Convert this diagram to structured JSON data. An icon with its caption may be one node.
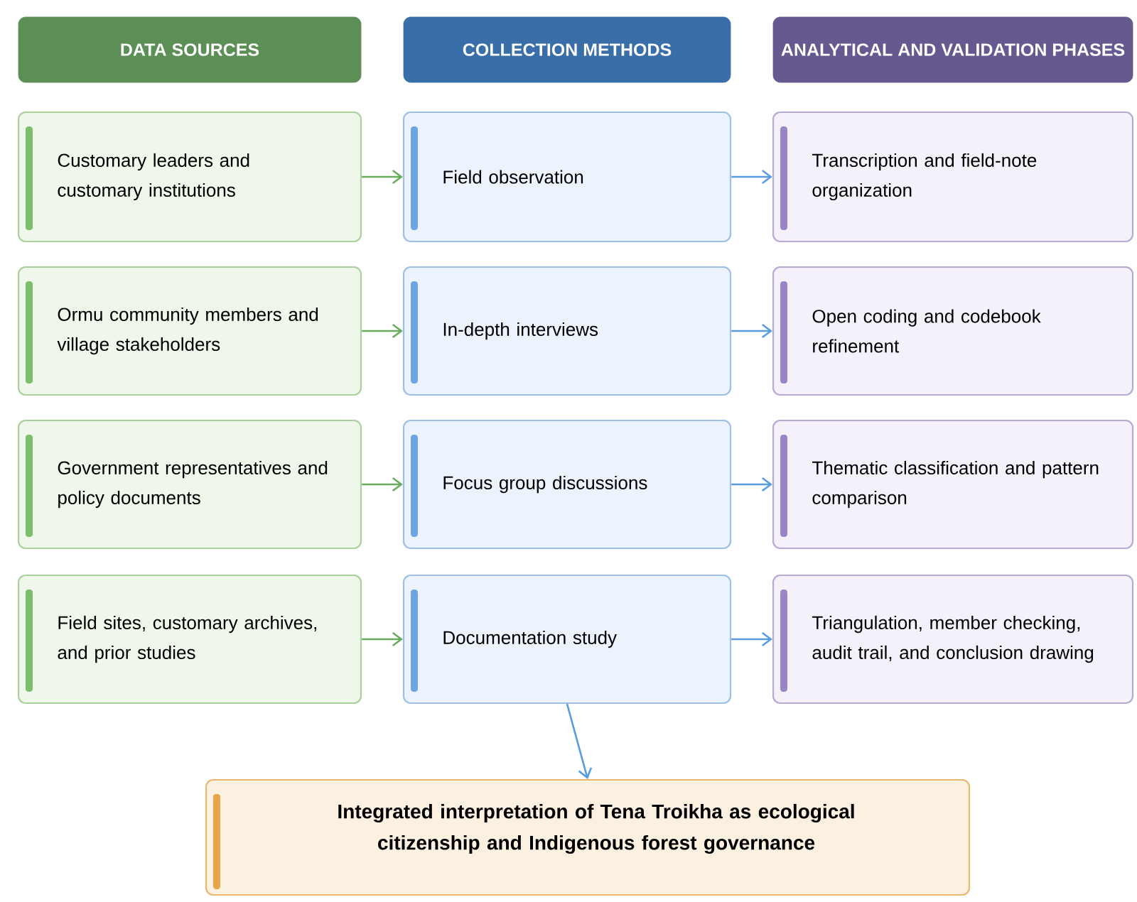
{
  "diagram": {
    "nodes": [
      {
        "text": [
          "DATA SOURCES"
        ]
      },
      {
        "text": [
          "COLLECTION METHODS"
        ]
      },
      {
        "text": [
          "ANALYTICAL AND VALIDATION PHASES"
        ]
      },
      {
        "text": [
          "Customary leaders and customary institutions"
        ]
      },
      {
        "text": [
          "Field observation"
        ]
      },
      {
        "text": [
          "Transcription and field-note organization"
        ]
      },
      {
        "text": [
          "Ormu community members and village stakeholders"
        ]
      },
      {
        "text": [
          "In-depth interviews"
        ]
      },
      {
        "text": [
          "Open coding and codebook refinement"
        ]
      },
      {
        "text": [
          "Government representatives and policy documents"
        ]
      },
      {
        "text": [
          "Focus group discussions"
        ]
      },
      {
        "text": [
          "Thematic classification and pattern comparison"
        ]
      },
      {
        "text": [
          "Field sites, customary archives, and prior studies"
        ]
      },
      {
        "text": [
          "Documentation study"
        ]
      },
      {
        "text": [
          "Triangulation, member checking, audit trail, and conclusion drawing"
        ]
      },
      {
        "text": [
          "Integrated interpretation of Tena Troikha as ecological citizenship and Indigenous forest governance"
        ]
      }
    ],
    "edges": [
      {
        "from": 3,
        "to": 4,
        "arrow": "to",
        "color": "#6aab5e"
      },
      {
        "from": 4,
        "to": 5,
        "arrow": "to"
      },
      {
        "from": 6,
        "to": 7,
        "arrow": "to",
        "color": "#6aab5e"
      },
      {
        "from": 7,
        "to": 8,
        "arrow": "to"
      },
      {
        "from": 9,
        "to": 10,
        "arrow": "to",
        "color": "#6aab5e"
      },
      {
        "from": 10,
        "to": 11,
        "arrow": "to"
      },
      {
        "from": 12,
        "to": 13,
        "arrow": "to",
        "color": "#6aab5e"
      },
      {
        "from": 13,
        "to": 14,
        "arrow": "to"
      },
      {
        "from": 13,
        "to": 15,
        "arrow": "to"
      }
    ]
  }
}
